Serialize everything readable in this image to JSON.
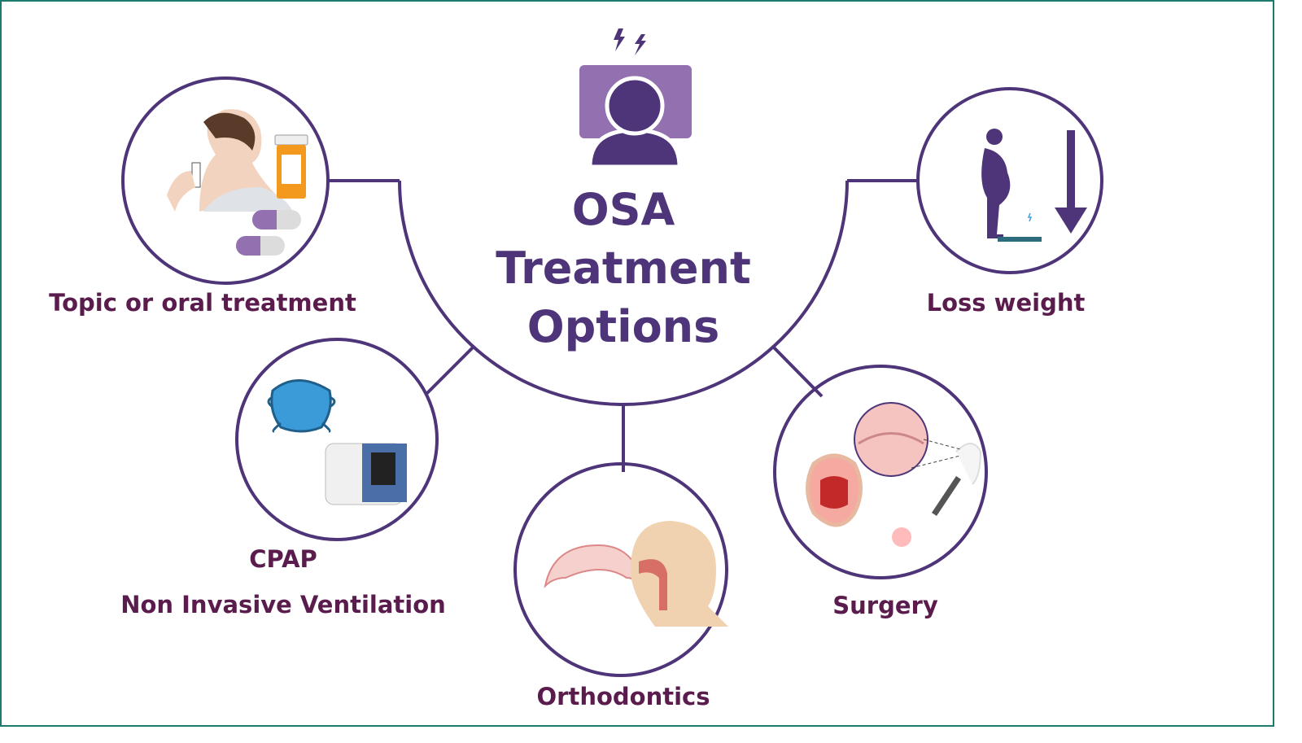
{
  "title": {
    "line1": "OSA",
    "line2": "Treatment",
    "line3": "Options"
  },
  "options": [
    {
      "id": "topic",
      "label": "Topic or oral treatment",
      "icon": "nasal-spray-pills-icon"
    },
    {
      "id": "loss",
      "label": "Loss weight",
      "icon": "weight-scale-icon"
    },
    {
      "id": "cpap",
      "label_line1": "CPAP",
      "label_line2": "Non Invasive Ventilation",
      "icon": "cpap-machine-icon"
    },
    {
      "id": "ortho",
      "label": "Orthodontics",
      "icon": "dental-arch-icon"
    },
    {
      "id": "surgery",
      "label": "Surgery",
      "icon": "scalpel-throat-icon"
    }
  ],
  "colors": {
    "primary": "#4e3478",
    "accent": "#9370b0",
    "label": "#5a1c4d",
    "frame": "#1d7a6f"
  }
}
